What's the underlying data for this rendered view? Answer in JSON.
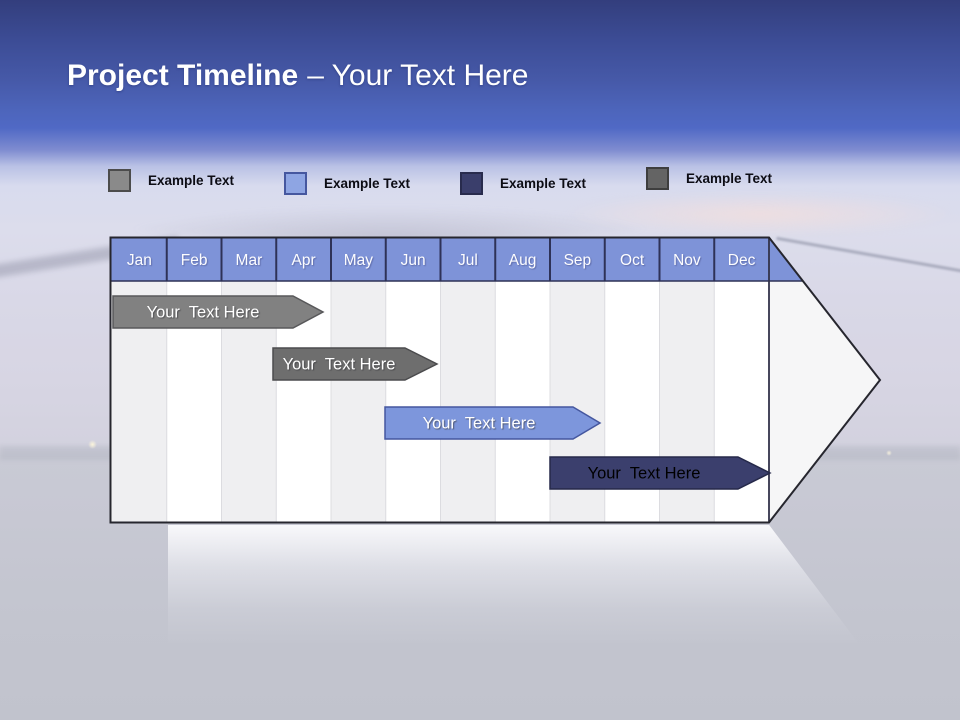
{
  "slide": {
    "title_bold": "Project Timeline",
    "title_regular": "– Your Text Here"
  },
  "legend": {
    "items": [
      {
        "label": "Example Text",
        "fill": "#8a8a8a",
        "border": "#4c4c4c"
      },
      {
        "label": "Example Text",
        "fill": "#8ea5e3",
        "border": "#45579f"
      },
      {
        "label": "Example Text",
        "fill": "#3a3e6b",
        "border": "#282b4d"
      },
      {
        "label": "Example Text",
        "fill": "#646464",
        "border": "#3e3e3e"
      }
    ]
  },
  "chart_data": {
    "type": "gantt-timeline",
    "title": "Project Timeline",
    "months": [
      "Jan",
      "Feb",
      "Mar",
      "Apr",
      "May",
      "Jun",
      "Jul",
      "Aug",
      "Sep",
      "Oct",
      "Nov",
      "Dec"
    ],
    "header": {
      "fill": "#7e93d8",
      "text_color": "#fdfdff",
      "separator_color": "#2e3257"
    },
    "column_stripe_colors": [
      "#efeff1",
      "#ffffff"
    ],
    "arrow_body_color": "#f6f6f7",
    "outline_color": "#26262e",
    "bars": [
      {
        "label": "Your  Text Here",
        "start": "Jan",
        "end": "Apr",
        "row": 1,
        "fill": "#818181",
        "border": "#58585a",
        "text_color": "#ffffff"
      },
      {
        "label": "Your  Text Here",
        "start": "Apr",
        "end": "Jun",
        "row": 2,
        "fill": "#6e6e6e",
        "border": "#4c4c4e",
        "text_color": "#ffffff"
      },
      {
        "label": "Your  Text Here",
        "start": "Jun",
        "end": "Sep",
        "row": 3,
        "fill": "#7d96dc",
        "border": "#45579f",
        "text_color": "#ffffff"
      },
      {
        "label": "Your  Text Here",
        "start": "Sep",
        "end": "Dec",
        "row": 4,
        "fill": "#3b3f6d",
        "border": "#26294a",
        "text_color": "#000000"
      }
    ]
  }
}
